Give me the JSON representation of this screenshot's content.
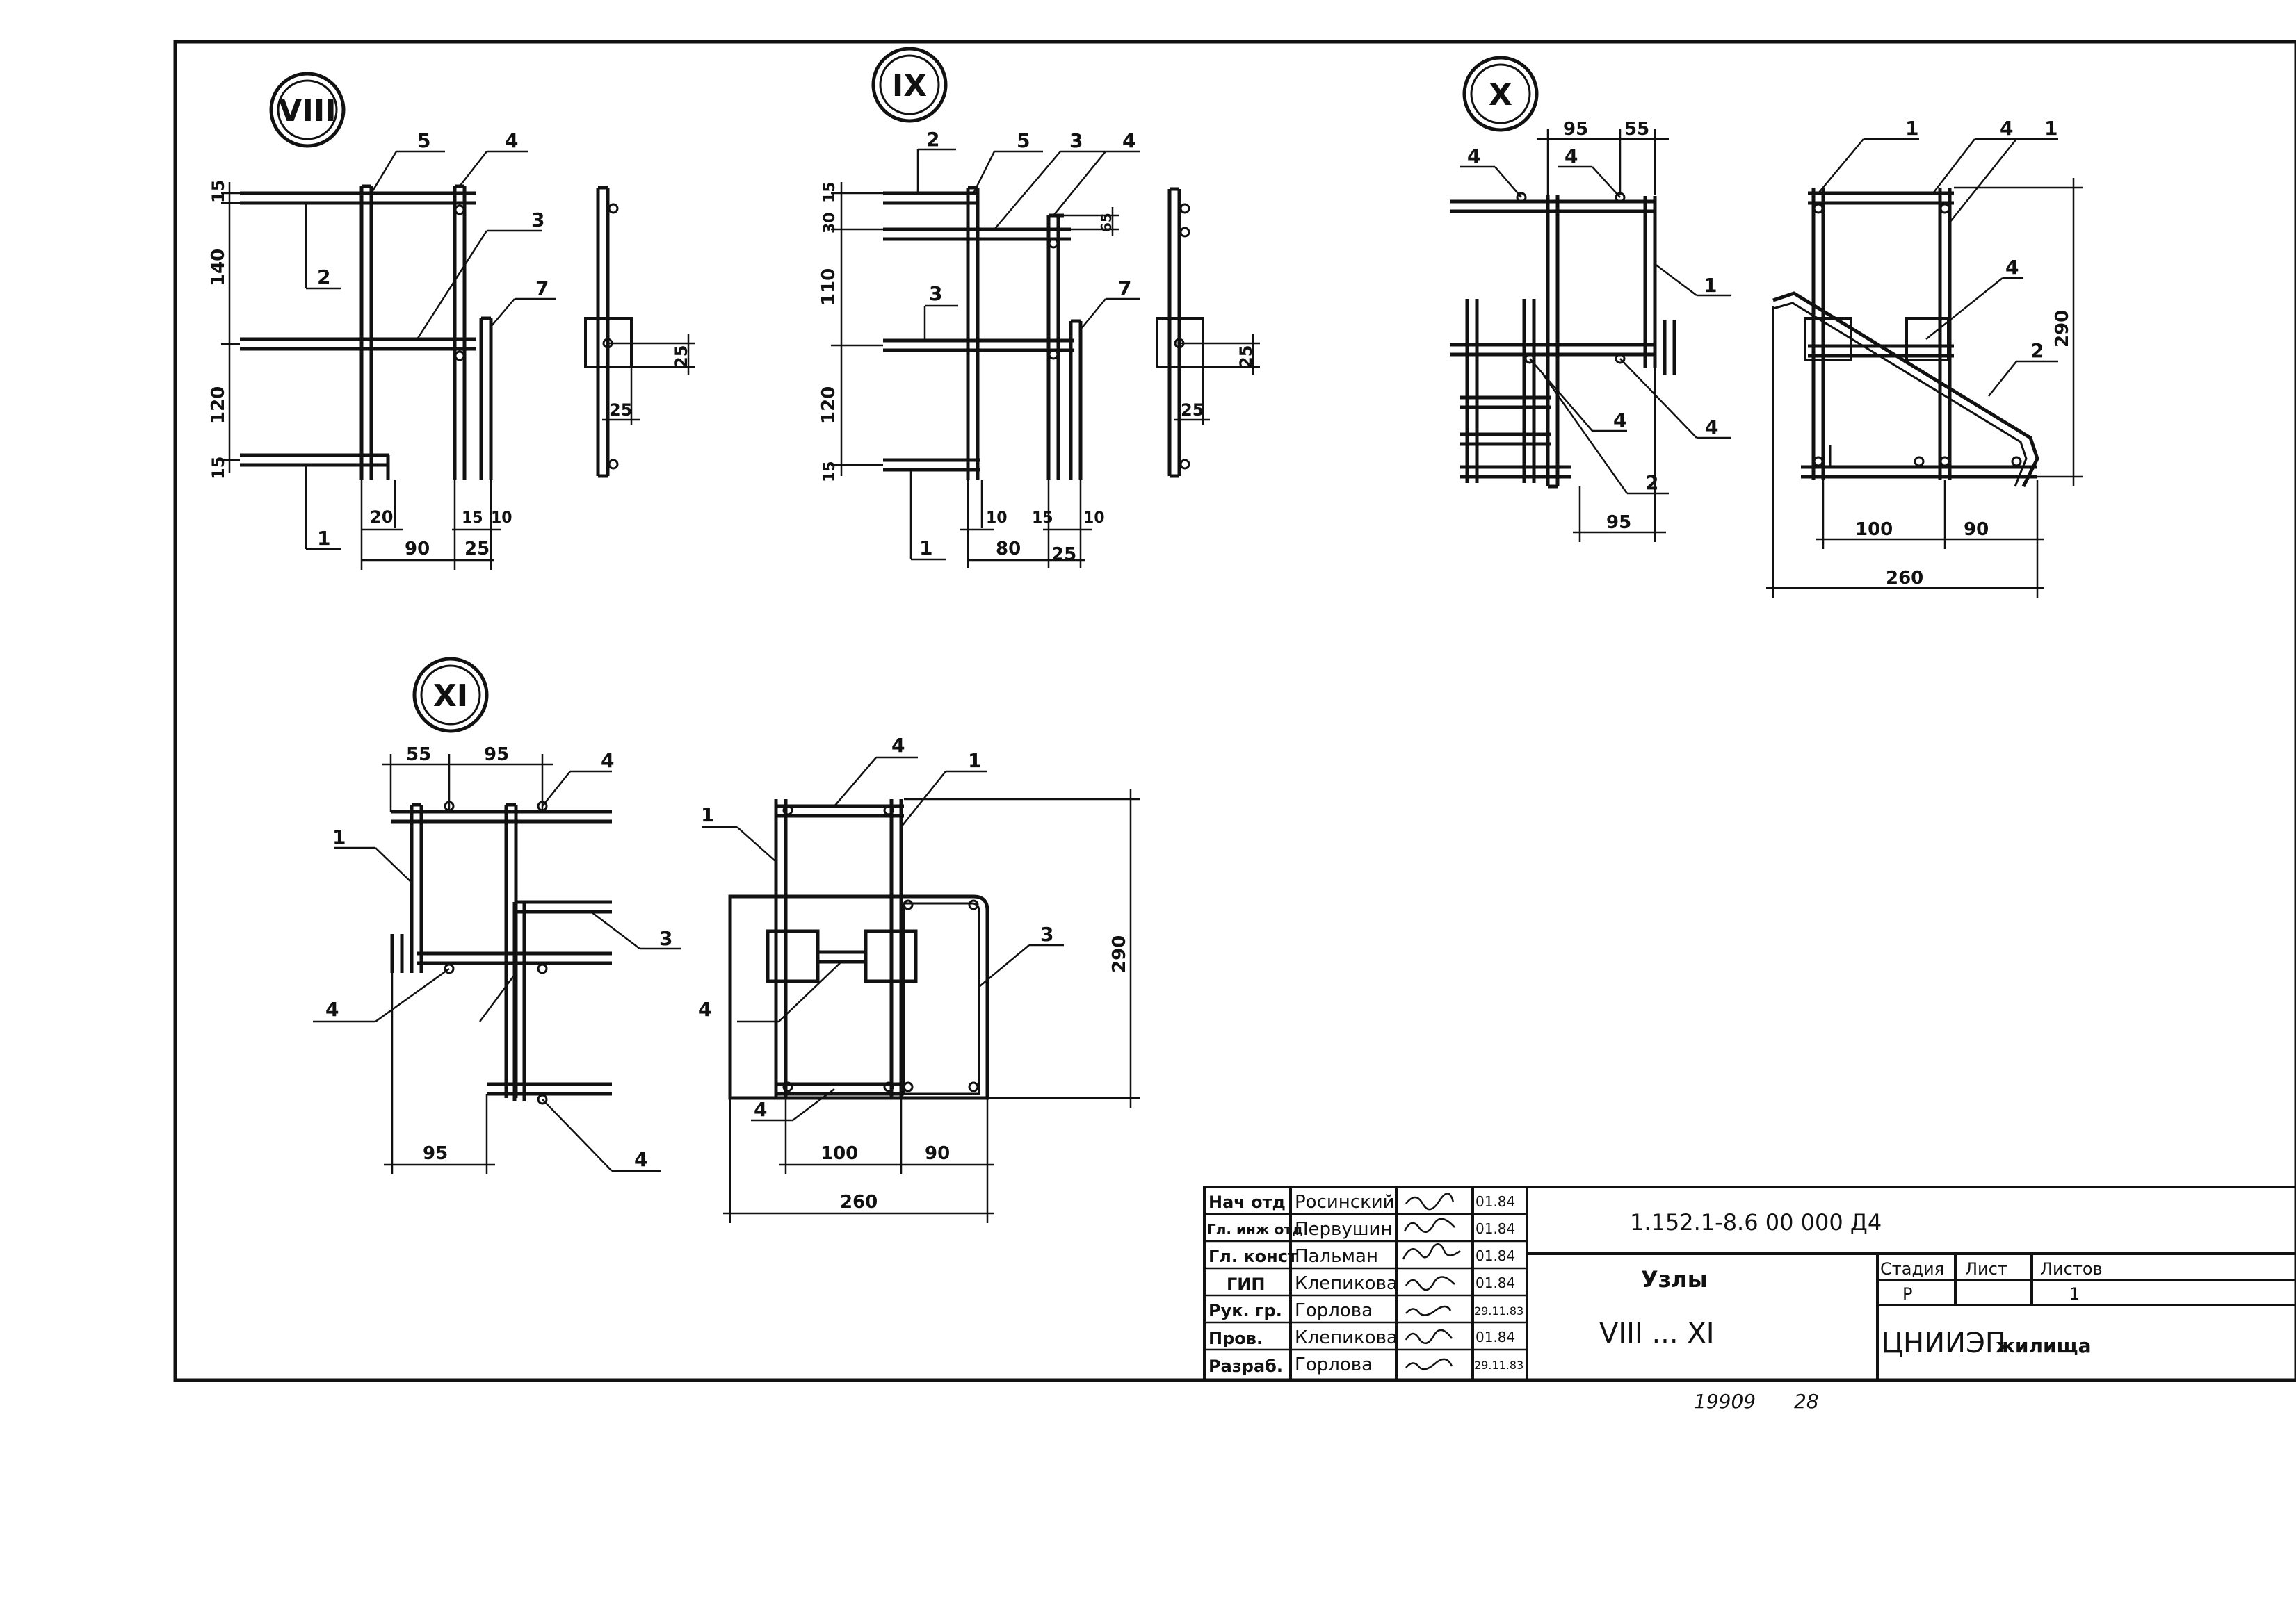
{
  "nodes": {
    "viii": {
      "label": "VIII",
      "dims": {
        "top15": "15",
        "h140": "140",
        "h120": "120",
        "bot15": "15",
        "w20": "20",
        "w15": "15",
        "w10": "10",
        "w90": "90",
        "w25": "25"
      },
      "side": {
        "d25a": "25",
        "d25b": "25"
      },
      "callouts": {
        "c5": "5",
        "c4": "4",
        "c3": "3",
        "c2": "2",
        "c7": "7",
        "c1": "1"
      }
    },
    "ix": {
      "label": "IX",
      "dims": {
        "top15": "15",
        "h30": "30",
        "h110": "110",
        "h120": "120",
        "bot15": "15",
        "w10a": "10",
        "w80": "80",
        "w15": "15",
        "w10b": "10",
        "w25": "25",
        "s65": "65"
      },
      "side": {
        "d25a": "25",
        "d25b": "25"
      },
      "callouts": {
        "c2": "2",
        "c5": "5",
        "c3a": "3",
        "c4": "4",
        "c3b": "3",
        "c7": "7",
        "c1": "1"
      }
    },
    "x": {
      "label": "X",
      "dims": {
        "w95": "95",
        "w55": "55",
        "b95": "95"
      },
      "callouts": {
        "c4a": "4",
        "c4b": "4",
        "c1a": "1",
        "c4c": "4",
        "c4d": "4",
        "c2": "2"
      },
      "plan": {
        "w100": "100",
        "w90": "90",
        "w260": "260",
        "h290": "290",
        "c1a": "1",
        "c4a": "4",
        "c1b": "1",
        "c4b": "4",
        "c2": "2"
      }
    },
    "xi": {
      "label": "XI",
      "dims": {
        "w55": "55",
        "w95": "95",
        "b95": "95"
      },
      "callouts": {
        "c4a": "4",
        "c1": "1",
        "c3": "3",
        "c4b": "4",
        "c4c": "4"
      },
      "plan": {
        "w100": "100",
        "w90": "90",
        "w260": "260",
        "h290": "290",
        "c4a": "4",
        "c1a": "1",
        "c1b": "1",
        "c3": "3",
        "c4b": "4",
        "c4c": "4"
      }
    }
  },
  "title_block": {
    "doc_code": "1.152.1-8.6   00 000 Д4",
    "roles": [
      "Нач отд",
      "Гл. инж отд",
      "Гл. конст",
      "ГИП",
      "Рук. гр.",
      "Пров.",
      "Разраб."
    ],
    "names": [
      "Росинский",
      "Первушин",
      "Пальман",
      "Клепикова",
      "Горлова",
      "Клепикова",
      "Горлова"
    ],
    "dates": [
      "01.84",
      "01.84",
      "01.84",
      "01.84",
      "29.11.83",
      "01.84",
      "29.11.83"
    ],
    "sheet_title": "Узлы",
    "sheet_subtitle": "VIII ... XI",
    "stage_hdr": "Стадия",
    "sheet_hdr": "Лист",
    "sheets_hdr": "Листов",
    "stage": "Р",
    "sheet": "1",
    "org": "ЦНИИЭП",
    "org_suffix": "жилища"
  },
  "footer": {
    "number": "19909",
    "page": "28"
  }
}
